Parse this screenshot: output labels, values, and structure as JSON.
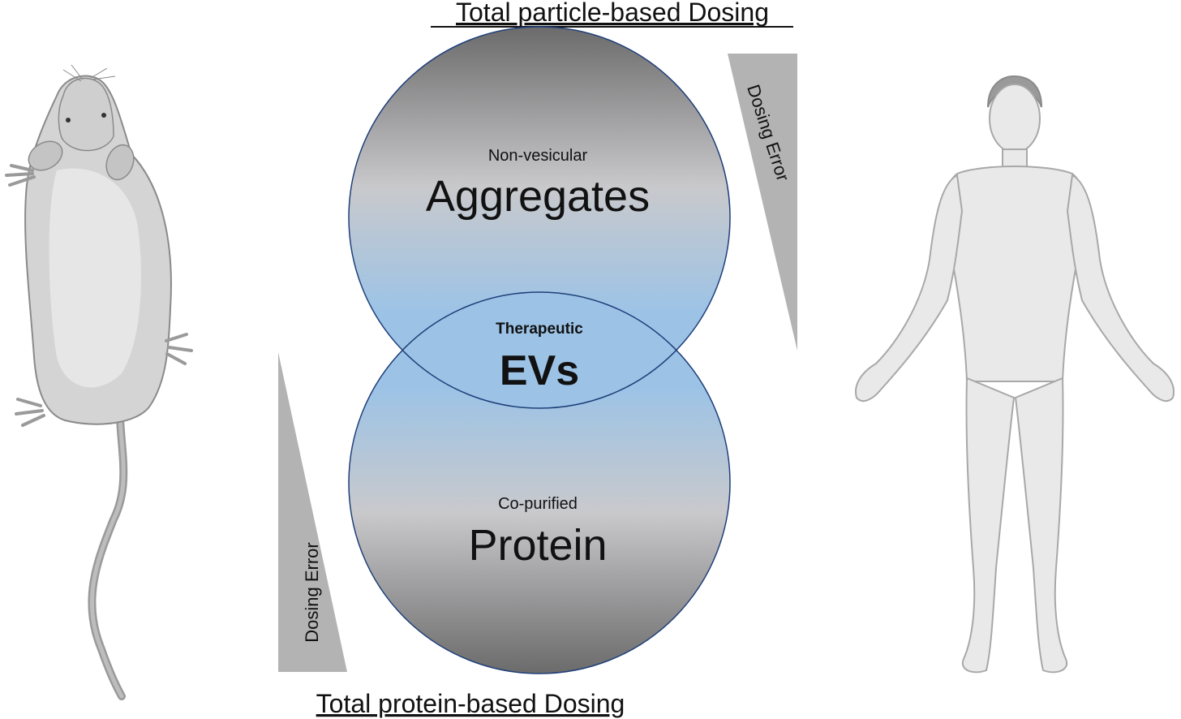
{
  "titles": {
    "top": "Total particle-based Dosing",
    "bottom": "Total protein-based Dosing"
  },
  "circles": {
    "top": {
      "small_label": "Non-vesicular",
      "large_label": "Aggregates"
    },
    "bottom": {
      "small_label": "Co-purified",
      "large_label": "Protein"
    },
    "overlap": {
      "small_label": "Therapeutic",
      "large_label": "EVs"
    }
  },
  "wedges": {
    "right": {
      "label": "Dosing Error"
    },
    "left": {
      "label": "Dosing Error"
    }
  },
  "figures": {
    "left": "rat-illustration",
    "right": "human-body-illustration"
  },
  "colors": {
    "dark_gray": "#6b6b6b",
    "mid_gray": "#c9c9cc",
    "blue": "#9cc3e6",
    "outline_blue": "#1f3f7a",
    "wedge_gray": "#b3b3b3",
    "rat_body": "#d4d4d4",
    "human_body": "#e9e9e9"
  }
}
